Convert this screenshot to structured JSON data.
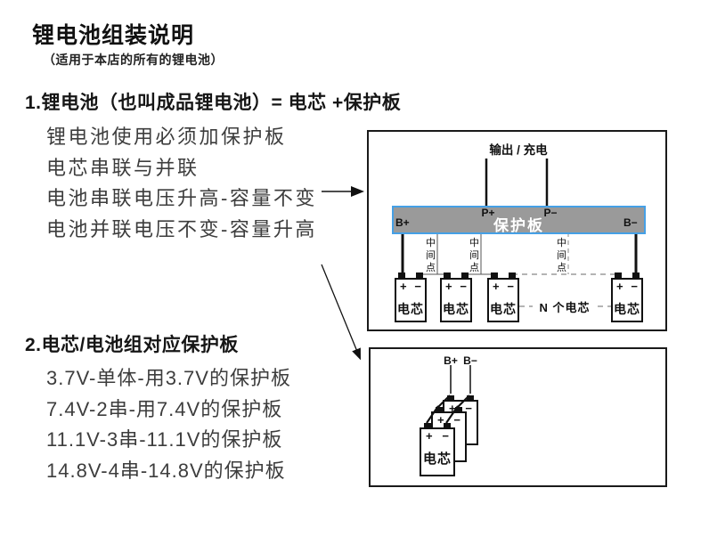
{
  "page": {
    "title": "锂电池组装说明",
    "subtitle": "（适用于本店的所有的锂电池）"
  },
  "section1": {
    "heading": "1.锂电池（也叫成品锂电池）= 电芯 +保护板",
    "lines": [
      "锂电池使用必须加保护板",
      "电芯串联与并联",
      "电池串联电压升高-容量不变",
      "电池并联电压不变-容量升高"
    ]
  },
  "section2": {
    "heading": "2.电芯/电池组对应保护板",
    "lines": [
      "3.7V-单体-用3.7V的保护板",
      "7.4V-2串-用7.4V的保护板",
      "11.1V-3串-11.1V的保护板",
      "14.8V-4串-14.8V的保护板"
    ]
  },
  "diagram_top": {
    "output_label": "输出 / 充电",
    "board_label": "保护板",
    "terminal_b_plus": "B+",
    "terminal_p_plus": "P+",
    "terminal_p_minus": "P−",
    "terminal_b_minus": "B−",
    "midpoint_label": "中间点",
    "n_cells_label": "N 个电芯",
    "cell_label": "电芯",
    "plus": "+",
    "minus": "−",
    "colors": {
      "board_fill": "#9a9a9a",
      "board_border": "#45a0e6",
      "board_text": "#ffffff"
    }
  },
  "diagram_bottom": {
    "terminal_b_plus": "B+",
    "terminal_b_minus": "B−",
    "cell_label": "电芯",
    "plus": "+",
    "minus": "−"
  }
}
